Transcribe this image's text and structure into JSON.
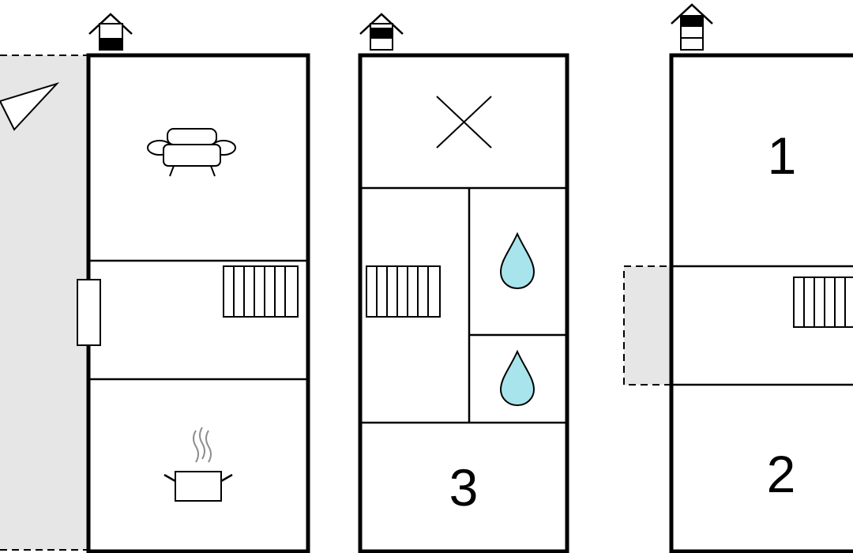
{
  "floor_plan": {
    "colors": {
      "wall": "#000000",
      "outdoor_area": "#e6e6e6",
      "water_drop": "#a8e4ec",
      "steam": "#8c8c8c"
    },
    "floors": [
      {
        "level_icon": "floor-level-ground-icon",
        "rooms": [
          {
            "icon": "sofa-icon",
            "label": ""
          },
          {
            "icon": "stairs-icon",
            "label": ""
          },
          {
            "icon": "cooking-pot-icon",
            "label": ""
          }
        ],
        "extras": [
          "outdoor-terrace",
          "viewpoint-icon",
          "entrance-door"
        ]
      },
      {
        "level_icon": "floor-level-middle-icon",
        "rooms": [
          {
            "icon": "cross-icon",
            "label": ""
          },
          {
            "icon": "stairs-icon",
            "label": ""
          },
          {
            "icon": "water-drop-icon",
            "label": ""
          },
          {
            "icon": "water-drop-icon",
            "label": ""
          },
          {
            "icon": "",
            "label": "3"
          }
        ]
      },
      {
        "level_icon": "floor-level-top-icon",
        "rooms": [
          {
            "icon": "",
            "label": "1"
          },
          {
            "icon": "stairs-icon",
            "label": ""
          },
          {
            "icon": "",
            "label": "2"
          }
        ],
        "extras": [
          "outdoor-balcony"
        ]
      }
    ]
  }
}
